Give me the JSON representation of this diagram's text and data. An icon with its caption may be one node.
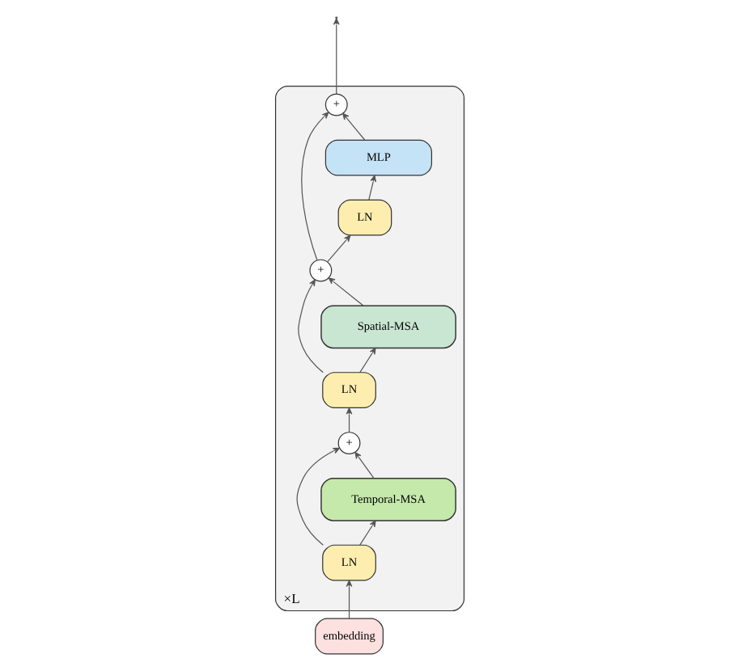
{
  "diagram": {
    "nodes": [
      {
        "text": [
          "×L"
        ]
      },
      {
        "text": [
          "+"
        ],
        "in": 0
      },
      {
        "text": [
          "MLP"
        ],
        "in": 0
      },
      {
        "text": [
          "LN"
        ],
        "in": 0
      },
      {
        "text": [
          "+"
        ],
        "in": 0
      },
      {
        "text": [
          "+"
        ],
        "in": 0
      },
      {
        "text": [
          "Temporal-MSA"
        ],
        "in": 0
      },
      {
        "text": [
          "Spatial-MSA"
        ],
        "in": 0
      },
      {
        "text": [
          "LN"
        ],
        "in": 0
      },
      {
        "text": [
          "LN"
        ],
        "in": 0
      },
      {
        "text": [
          "embedding"
        ]
      }
    ],
    "edges": [
      {
        "from": 10,
        "to": 8,
        "arrow": "to"
      },
      {
        "from": 8,
        "to": 6,
        "arrow": "to"
      },
      {
        "from": 8,
        "to": 5,
        "arrow": "to"
      },
      {
        "from": 6,
        "to": 5,
        "arrow": "to"
      },
      {
        "from": 5,
        "to": 9,
        "arrow": "to"
      },
      {
        "from": 9,
        "to": 7,
        "arrow": "to"
      },
      {
        "from": 9,
        "to": 4,
        "arrow": "to"
      },
      {
        "from": 7,
        "to": 4,
        "arrow": "to"
      },
      {
        "from": 4,
        "to": 3,
        "arrow": "to"
      },
      {
        "from": 3,
        "to": 2,
        "arrow": "to"
      },
      {
        "from": 2,
        "to": 1,
        "arrow": "to"
      },
      {
        "from": 4,
        "to": 1,
        "arrow": "to"
      },
      {
        "from": 1,
        "to": null,
        "arrow": "to"
      }
    ]
  }
}
